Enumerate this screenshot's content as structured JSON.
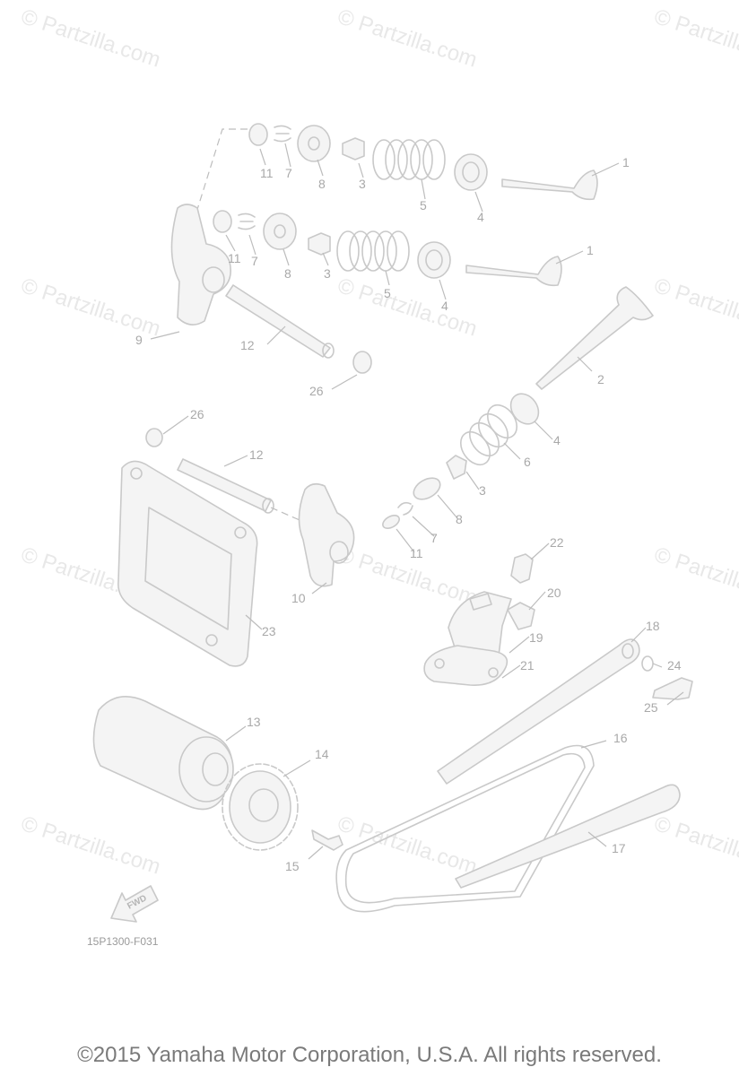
{
  "watermark": "© Partzilla.com",
  "figure_code": "15P1300-F031",
  "copyright": "©2015 Yamaha Motor Corporation, U.S.A. All rights reserved.",
  "fwd_label": "FWD",
  "callouts": {
    "c1a": "1",
    "c1b": "1",
    "c2": "2",
    "c3a": "3",
    "c3b": "3",
    "c3c": "3",
    "c4a": "4",
    "c4b": "4",
    "c4c": "4",
    "c5a": "5",
    "c5b": "5",
    "c6": "6",
    "c7a": "7",
    "c7b": "7",
    "c7c": "7",
    "c8a": "8",
    "c8b": "8",
    "c8c": "8",
    "c9": "9",
    "c10": "10",
    "c11a": "11",
    "c11b": "11",
    "c11c": "11",
    "c12a": "12",
    "c12b": "12",
    "c13": "13",
    "c14": "14",
    "c15": "15",
    "c16": "16",
    "c17": "17",
    "c18": "18",
    "c19": "19",
    "c20": "20",
    "c21": "21",
    "c22": "22",
    "c23": "23",
    "c24": "24",
    "c25": "25",
    "c26a": "26",
    "c26b": "26"
  }
}
